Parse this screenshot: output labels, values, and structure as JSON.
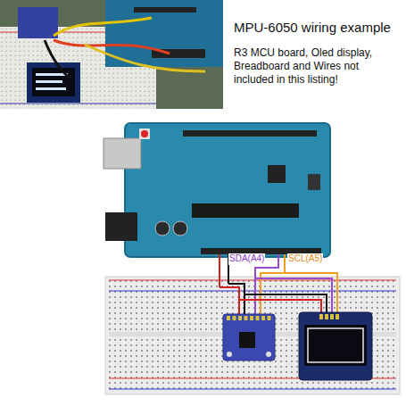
{
  "diagram": {
    "title": "MPU-6050 wiring example",
    "labels": [
      "R3 MCU board, Oled display, Breadboard and Wires not included in this listing!",
      "SDA(A4)",
      "SCL(A5)"
    ]
  }
}
